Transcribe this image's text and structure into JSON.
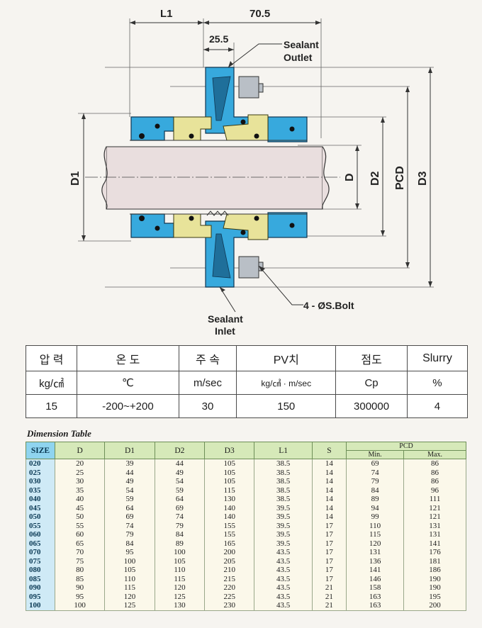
{
  "drawing": {
    "dim_L1": "L1",
    "dim_70": "70.5",
    "dim_25": "25.5",
    "sealant_outlet_1": "Sealant",
    "sealant_outlet_2": "Outlet",
    "sealant_inlet_1": "Sealant",
    "sealant_inlet_2": "Inlet",
    "bolt": "4 - ØS.Bolt",
    "D1": "D1",
    "D": "D",
    "D2": "D2",
    "PCD": "PCD",
    "D3": "D3"
  },
  "spec": {
    "headers": [
      "압 력",
      "온 도",
      "주 속",
      "PV치",
      "점도",
      "Slurry"
    ],
    "units": [
      "kg/㎠",
      "℃",
      "m/sec",
      "kg/㎠ · m/sec",
      "Cp",
      "%"
    ],
    "values": [
      "15",
      "-200~+200",
      "30",
      "150",
      "300000",
      "4"
    ]
  },
  "dimension_table": {
    "title": "Dimension Table",
    "columns": [
      "SIZE",
      "D",
      "D1",
      "D2",
      "D3",
      "L1",
      "S",
      "PCD"
    ],
    "pcd_sub": [
      "Min.",
      "Max."
    ],
    "rows": [
      [
        "020",
        "20",
        "39",
        "44",
        "105",
        "38.5",
        "14",
        "69",
        "86"
      ],
      [
        "025",
        "25",
        "44",
        "49",
        "105",
        "38.5",
        "14",
        "74",
        "86"
      ],
      [
        "030",
        "30",
        "49",
        "54",
        "105",
        "38.5",
        "14",
        "79",
        "86"
      ],
      [
        "035",
        "35",
        "54",
        "59",
        "115",
        "38.5",
        "14",
        "84",
        "96"
      ],
      [
        "040",
        "40",
        "59",
        "64",
        "130",
        "38.5",
        "14",
        "89",
        "111"
      ],
      [
        "045",
        "45",
        "64",
        "69",
        "140",
        "39.5",
        "14",
        "94",
        "121"
      ],
      [
        "050",
        "50",
        "69",
        "74",
        "140",
        "39.5",
        "14",
        "99",
        "121"
      ],
      [
        "055",
        "55",
        "74",
        "79",
        "155",
        "39.5",
        "17",
        "110",
        "131"
      ],
      [
        "060",
        "60",
        "79",
        "84",
        "155",
        "39.5",
        "17",
        "115",
        "131"
      ],
      [
        "065",
        "65",
        "84",
        "89",
        "165",
        "39.5",
        "17",
        "120",
        "141"
      ],
      [
        "070",
        "70",
        "95",
        "100",
        "200",
        "43.5",
        "17",
        "131",
        "176"
      ],
      [
        "075",
        "75",
        "100",
        "105",
        "205",
        "43.5",
        "17",
        "136",
        "181"
      ],
      [
        "080",
        "80",
        "105",
        "110",
        "210",
        "43.5",
        "17",
        "141",
        "186"
      ],
      [
        "085",
        "85",
        "110",
        "115",
        "215",
        "43.5",
        "17",
        "146",
        "190"
      ],
      [
        "090",
        "90",
        "115",
        "120",
        "220",
        "43.5",
        "21",
        "158",
        "190"
      ],
      [
        "095",
        "95",
        "120",
        "125",
        "225",
        "43.5",
        "21",
        "163",
        "195"
      ],
      [
        "100",
        "100",
        "125",
        "130",
        "230",
        "43.5",
        "21",
        "163",
        "200"
      ]
    ]
  },
  "colors": {
    "body": "#37a9dd",
    "ring": "#e8e39a",
    "size_header": "#8fd4ef",
    "table_header": "#d6e9b9",
    "table_bg": "#fbf8ea"
  }
}
